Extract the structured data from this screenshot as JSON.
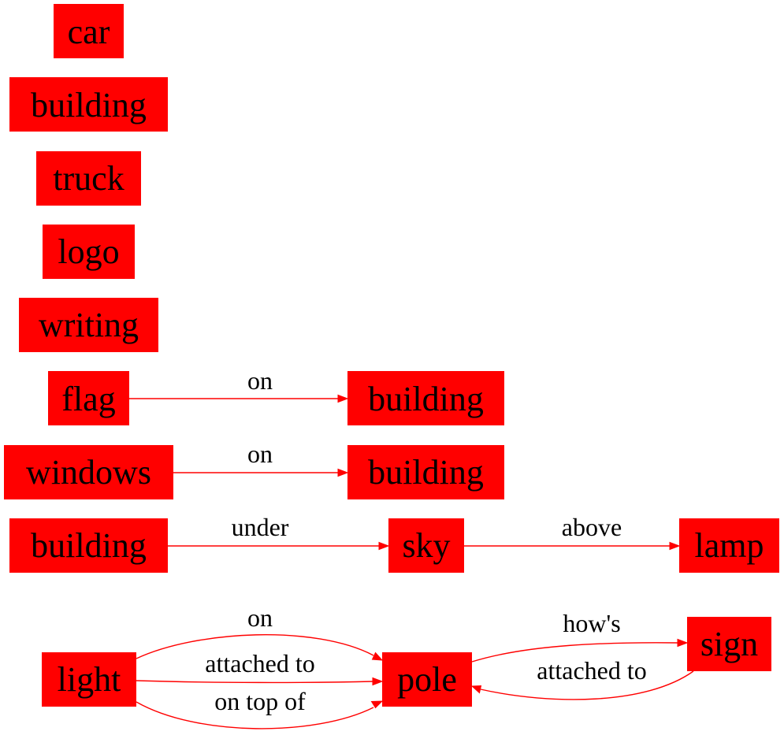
{
  "colors": {
    "node_fill": "#ff0000",
    "edge": "#ff0000",
    "text": "#000000"
  },
  "nodes": {
    "car": "car",
    "building_1": "building",
    "truck": "truck",
    "logo": "logo",
    "writing": "writing",
    "flag": "flag",
    "building_2": "building",
    "windows": "windows",
    "building_3": "building",
    "building_4": "building",
    "sky": "sky",
    "lamp": "lamp",
    "light": "light",
    "pole": "pole",
    "sign": "sign"
  },
  "edges": {
    "flag_on_building": "on",
    "windows_on_building": "on",
    "building_under_sky": "under",
    "sky_above_lamp": "above",
    "light_on_pole": "on",
    "light_attached_to_pole": "attached to",
    "light_on_top_of_pole": "on top of",
    "pole_hows_sign": "how's",
    "sign_attached_to_pole": "attached to"
  }
}
